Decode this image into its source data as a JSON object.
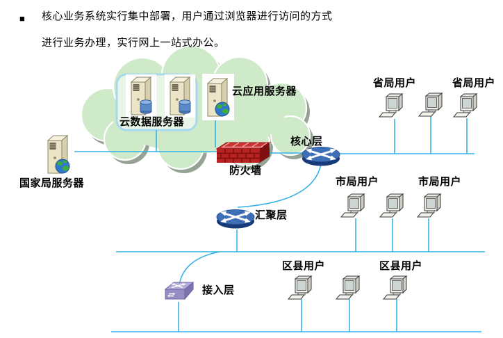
{
  "title": {
    "bullet": "■",
    "line1": "核心业务系统实行集中部署，用户通过浏览器进行访问的方式",
    "line2": "进行业务办理，实行网上一站式办公。"
  },
  "cloud": {
    "data_server_label": "云数据服务器",
    "app_server_label": "云应用服务器"
  },
  "nodes": {
    "national_server_label": "国家局服务器",
    "firewall_label": "防火墙",
    "core_layer_label": "核心层",
    "aggregation_layer_label": "汇聚层",
    "access_layer_label": "接入层"
  },
  "users": {
    "provincial": [
      "省局用户",
      "省局用户"
    ],
    "city": [
      "市局用户",
      "市局用户"
    ],
    "county": [
      "区县用户",
      "区县用户"
    ]
  },
  "colors": {
    "link_line": "#35b3e7",
    "cloud_fill": "#cfeac9",
    "cloud_shadow": "#95a394",
    "box_border": "#a8d8ee",
    "firewall_red": "#b92222",
    "router_blue": "#3e6fb6",
    "switch_purple": "#978cc4"
  }
}
